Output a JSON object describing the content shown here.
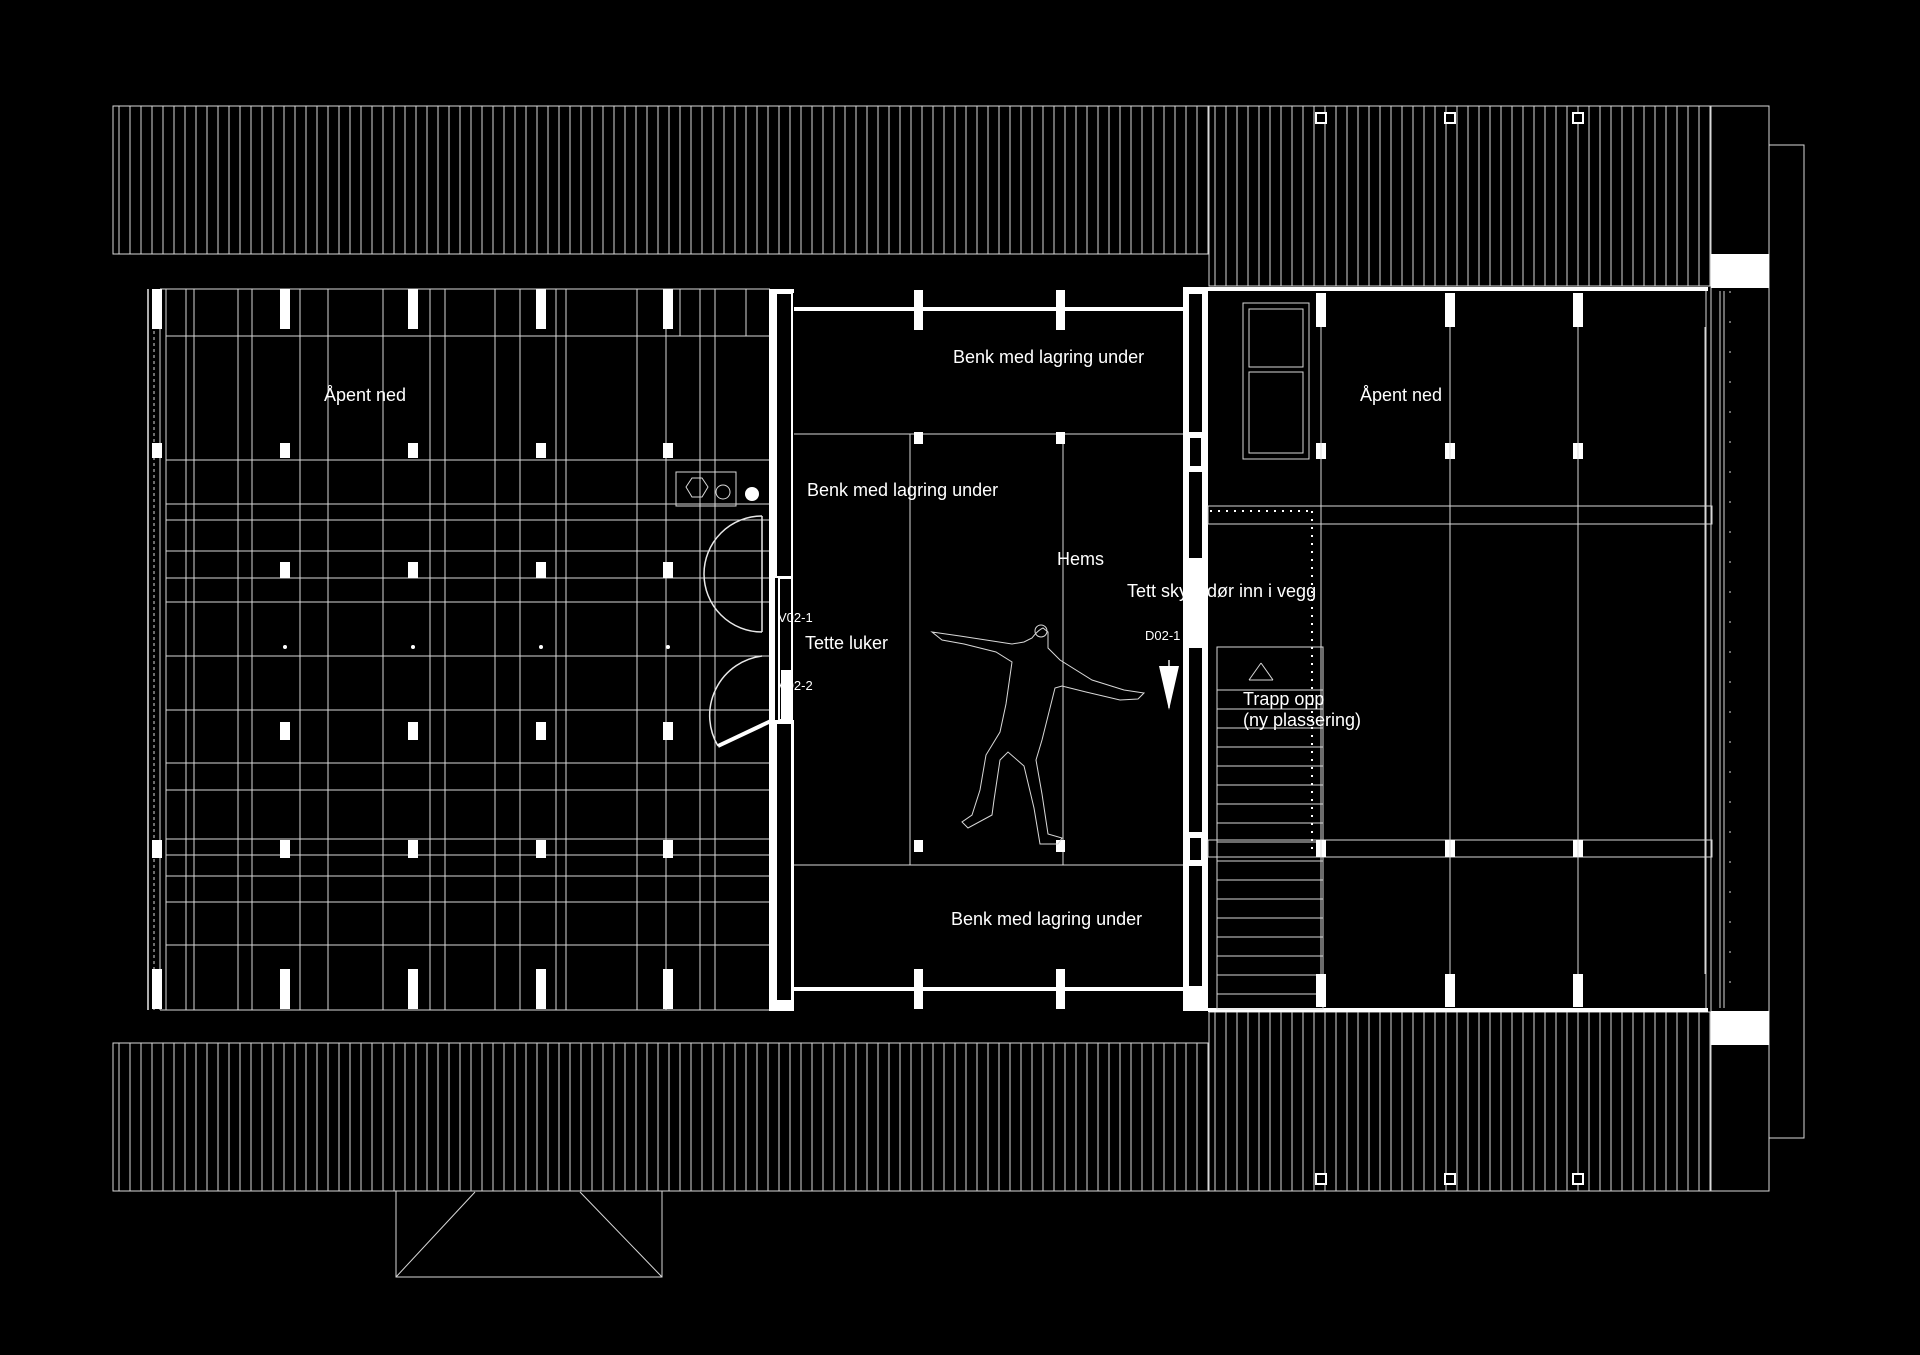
{
  "labels": {
    "open_left": "Åpent ned",
    "open_right": "Åpent ned",
    "bench_top": "Benk med lagring under",
    "bench_left": "Benk med lagring under",
    "bench_bottom": "Benk med lagring under",
    "loft": "Hems",
    "sliding_door": "Tett skyvedør inn i vegg",
    "sealed_hatches": "Tette luker",
    "stair_line1": "Trapp opp",
    "stair_line2": "(ny plassering)",
    "door_tag": "D02-1",
    "hatch_tag_1": "V02-1",
    "hatch_tag_2": "V02-2"
  },
  "colors": {
    "background": "#000000",
    "linework": "#ffffff"
  }
}
